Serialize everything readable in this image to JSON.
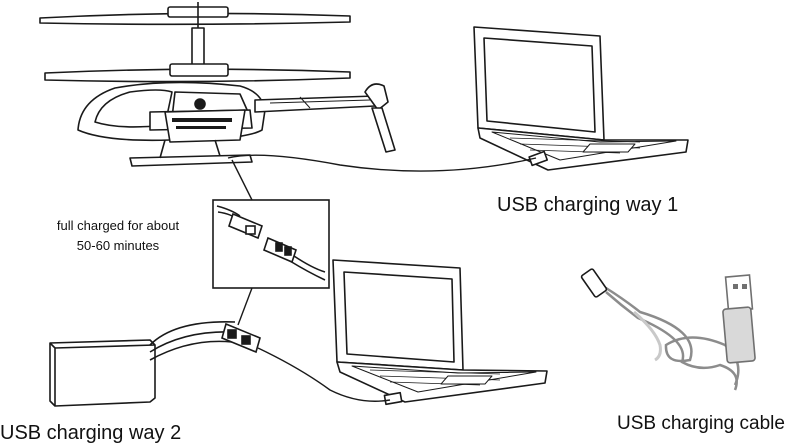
{
  "labels": {
    "way1": "USB charging way 1",
    "way2": "USB charging way 2",
    "cable": "USB charging cable",
    "charge_line1": "full charged for about",
    "charge_line2": "50-60 minutes"
  },
  "colors": {
    "ink": "#1a1a1a",
    "cable_gray": "#8c8c8c",
    "usb_body": "#d9d9d9",
    "usb_dark": "#707070"
  },
  "icons": [
    "helicopter-icon",
    "laptop-icon",
    "battery-icon",
    "connector-icon",
    "usb-cable-icon"
  ]
}
